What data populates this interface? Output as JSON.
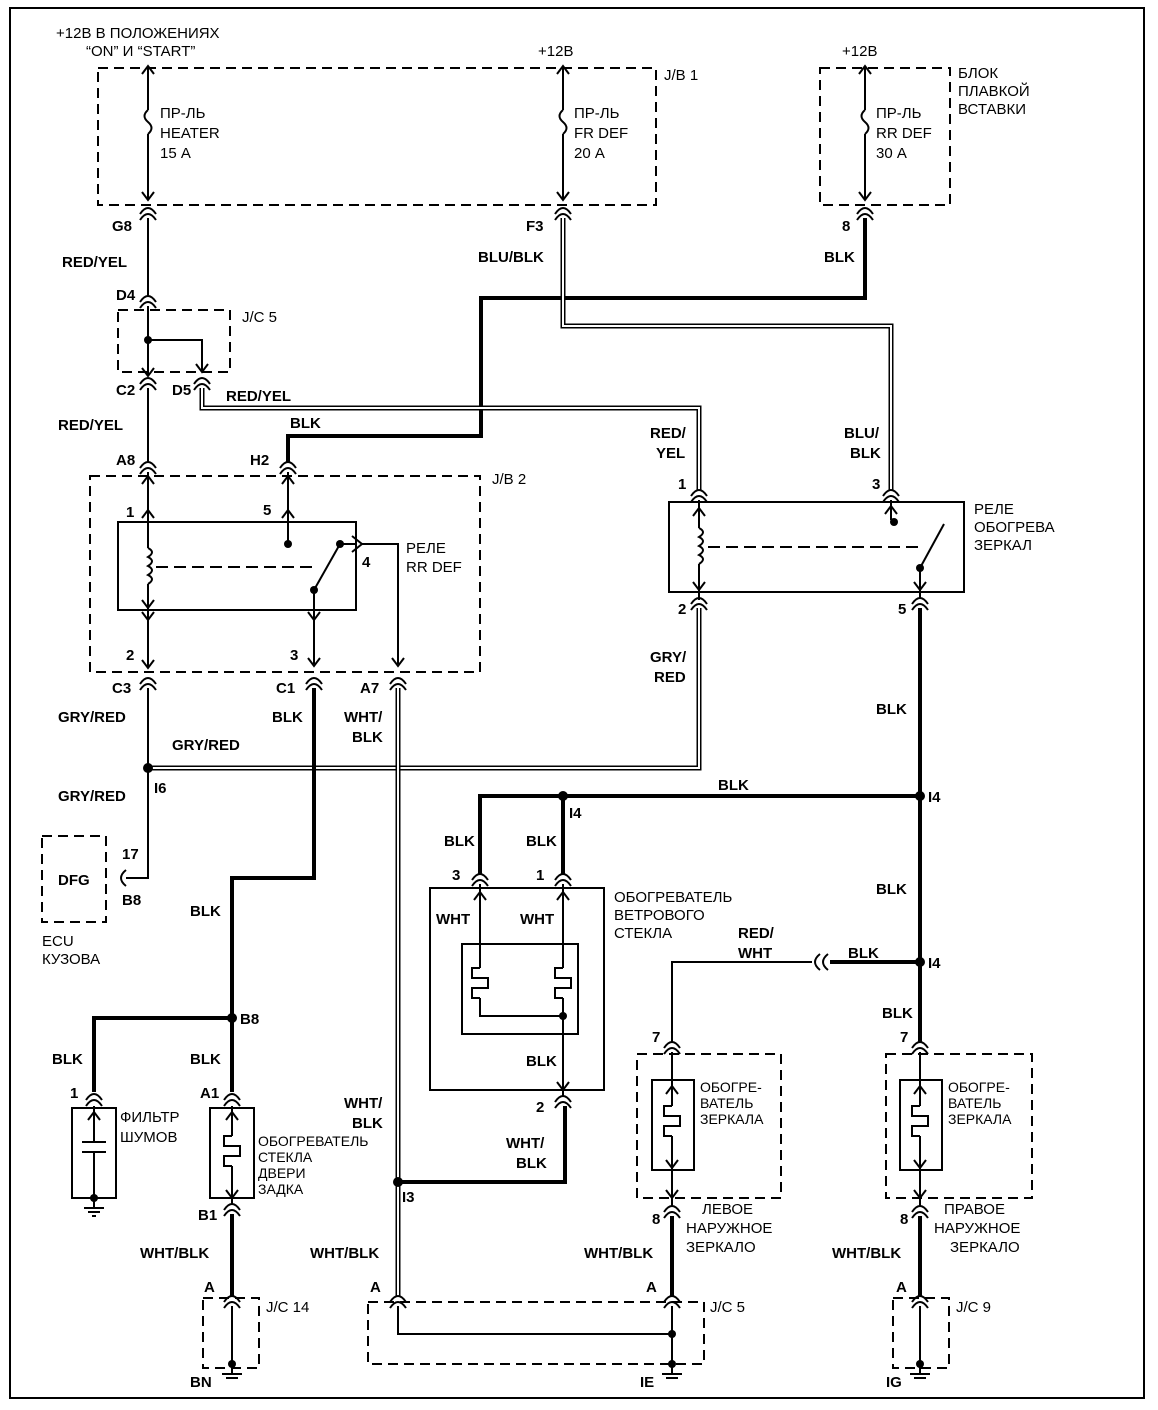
{
  "diagram": {
    "supply": {
      "ign_label_1": "+12В В ПОЛОЖЕНИЯХ",
      "ign_label_2": "“ON” И “START”",
      "plus12_a": "+12В",
      "plus12_b": "+12В"
    },
    "blocks": {
      "jb1": "J/B 1",
      "jb2": "J/B 2",
      "jc5_top": "J/C 5",
      "jc5_bottom": "J/C 5",
      "jc14": "J/C 14",
      "jc9": "J/C 9",
      "fuse_block_1": "БЛОК",
      "fuse_block_2": "ПЛАВКОЙ",
      "fuse_block_3": "ВСТАВКИ"
    },
    "fuses": {
      "heater": [
        "ПР-ЛЬ",
        "HEATER",
        "15 А"
      ],
      "frdef": [
        "ПР-ЛЬ",
        "FR DEF",
        "20 А"
      ],
      "rrdef": [
        "ПР-ЛЬ",
        "RR DEF",
        "30 А"
      ]
    },
    "relays": {
      "rrdef_1": "РЕЛЕ",
      "rrdef_2": "RR DEF",
      "mirror_1": "РЕЛЕ",
      "mirror_2": "ОБОГРЕВА",
      "mirror_3": "ЗЕРКАЛ"
    },
    "components": {
      "ecu_code": "DFG",
      "ecu_1": "ECU",
      "ecu_2": "КУЗОВА",
      "filter_1": "ФИЛЬТР",
      "filter_2": "ШУМОВ",
      "rear_heater_1": "ОБОГРЕВАТЕЛЬ",
      "rear_heater_2": "СТЕКЛА",
      "rear_heater_3": "ДВЕРИ",
      "rear_heater_4": "ЗАДКА",
      "windshield_1": "ОБОГРЕВАТЕЛЬ",
      "windshield_2": "ВЕТРОВОГО",
      "windshield_3": "СТЕКЛА",
      "mirror_heater_1": "ОБОГРЕ-",
      "mirror_heater_2": "ВАТЕЛЬ",
      "mirror_heater_3": "ЗЕРКАЛА",
      "left_mirror_1": "ЛЕВОЕ",
      "left_mirror_2": "НАРУЖНОЕ",
      "left_mirror_3": "ЗЕРКАЛО",
      "right_mirror_1": "ПРАВОЕ",
      "right_mirror_2": "НАРУЖНОЕ",
      "right_mirror_3": "ЗЕРКАЛО"
    },
    "connectors": {
      "g8": "G8",
      "f3": "F3",
      "n8": "8",
      "d4": "D4",
      "c2": "C2",
      "d5": "D5",
      "a8": "A8",
      "h2": "H2",
      "p1": "1",
      "p5": "5",
      "p4": "4",
      "p2": "2",
      "p3": "3",
      "c3": "C3",
      "c1": "C1",
      "a7": "A7",
      "mr1": "1",
      "mr3": "3",
      "mr2": "2",
      "mr5": "5",
      "i6": "I6",
      "b8_ecu": "B8",
      "p17": "17",
      "b8": "B8",
      "i4_a": "I4",
      "i4_b": "I4",
      "i4_c": "I4",
      "i3": "I3",
      "ws3": "3",
      "ws1": "1",
      "ws2": "2",
      "f1": "1",
      "a1": "A1",
      "b1": "B1",
      "lm7": "7",
      "lm8": "8",
      "rm7": "7",
      "rm8": "8",
      "a_1": "A",
      "a_2": "A",
      "a_3": "A",
      "a_4": "A",
      "bn": "BN",
      "ie": "IE",
      "ig": "IG"
    },
    "wires": {
      "red_yel_1": "RED/YEL",
      "red_yel_2": "RED/YEL",
      "red_yel_3": "RED/YEL",
      "blu_blk": "BLU/BLK",
      "blk_top": "BLK",
      "blk_mid": "BLK",
      "red_yel_v1": "RED/",
      "red_yel_v2": "YEL",
      "blu_blk_v1": "BLU/",
      "blu_blk_v2": "BLK",
      "gry_red_1": "GRY/RED",
      "gry_red_2": "GRY/RED",
      "gry_red_3": "GRY/RED",
      "gry_red_v1": "GRY/",
      "gry_red_v2": "RED",
      "blk_c1": "BLK",
      "wht_blk_a7_1": "WHT/",
      "wht_blk_a7_2": "BLK",
      "blk_relay5": "BLK",
      "blk_i4": "BLK",
      "blk_ws3": "BLK",
      "blk_ws1": "BLK",
      "wht_1": "WHT",
      "wht_2": "WHT",
      "blk_ws_inner": "BLK",
      "blk_right_mid": "BLK",
      "red_wht_1": "RED/",
      "red_wht_2": "WHT",
      "blk_right_conn": "BLK",
      "blk_rm7": "BLK",
      "blk_b8": "BLK",
      "blk_filter": "BLK",
      "blk_rear": "BLK",
      "wht_blk_i3_1": "WHT/",
      "wht_blk_i3_2": "BLK",
      "wht_blk_ws_1": "WHT/",
      "wht_blk_ws_2": "BLK",
      "wht_blk_b1": "WHT/BLK",
      "wht_blk_bottom": "WHT/BLK",
      "wht_blk_lm": "WHT/BLK",
      "wht_blk_rm": "WHT/BLK"
    }
  }
}
